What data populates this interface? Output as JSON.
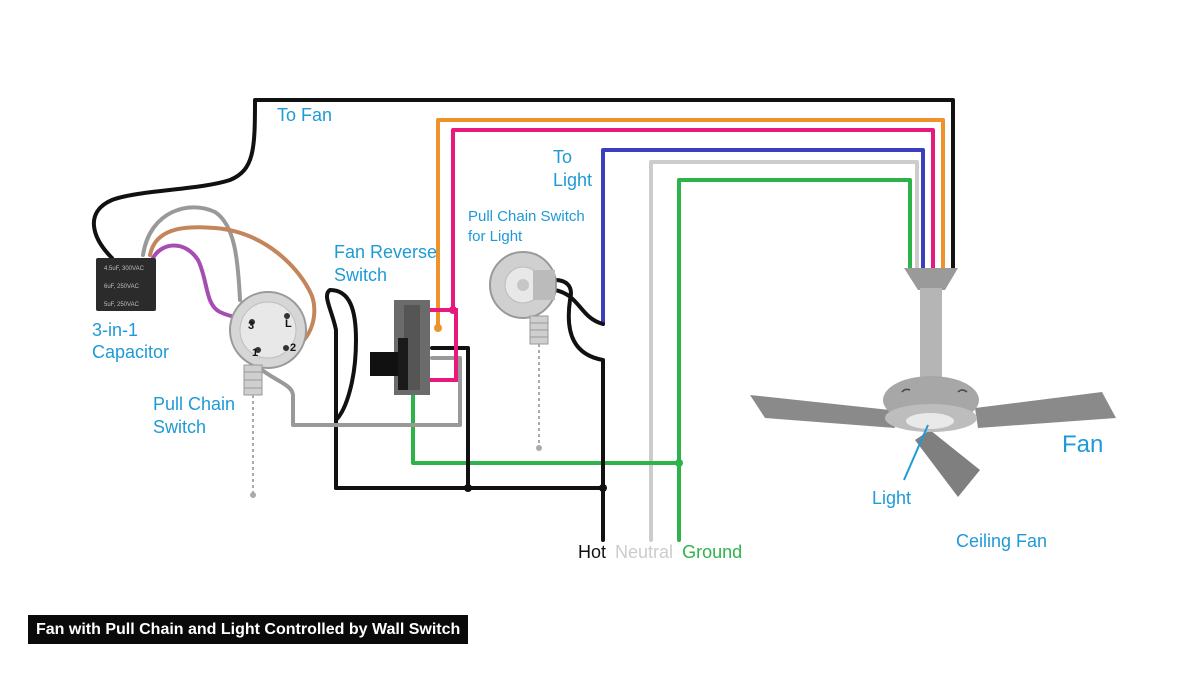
{
  "title": "Fan with Pull Chain and Light Controlled by Wall Switch",
  "labels": {
    "to_fan": "To Fan",
    "to_light_1": "To",
    "to_light_2": "Light",
    "pull_chain_light_1": "Pull Chain Switch",
    "pull_chain_light_2": "for Light",
    "fan_reverse_1": "Fan Reverse",
    "fan_reverse_2": "Switch",
    "capacitor_1": "3-in-1",
    "capacitor_2": "Capacitor",
    "pull_chain_1": "Pull Chain",
    "pull_chain_2": "Switch",
    "hot": "Hot",
    "neutral": "Neutral",
    "ground": "Ground",
    "fan": "Fan",
    "light": "Light",
    "ceiling_fan": "Ceiling Fan"
  },
  "capacitor_text": [
    "4.5uF, 300VAC",
    "6uF, 250VAC",
    "5uF, 250VAC"
  ],
  "switch_terminals": [
    "3",
    "L",
    "1",
    "2"
  ],
  "colors": {
    "label": "#1e9ad6",
    "hot": "#111111",
    "neutral": "#cccccc",
    "ground": "#2db34a",
    "orange_wire": "#f0922b",
    "pink_wire": "#e8197d",
    "blue_wire": "#3b3fbf",
    "brown_wire": "#c4855a",
    "purple_wire": "#a64db3",
    "gray_wire": "#999999"
  }
}
